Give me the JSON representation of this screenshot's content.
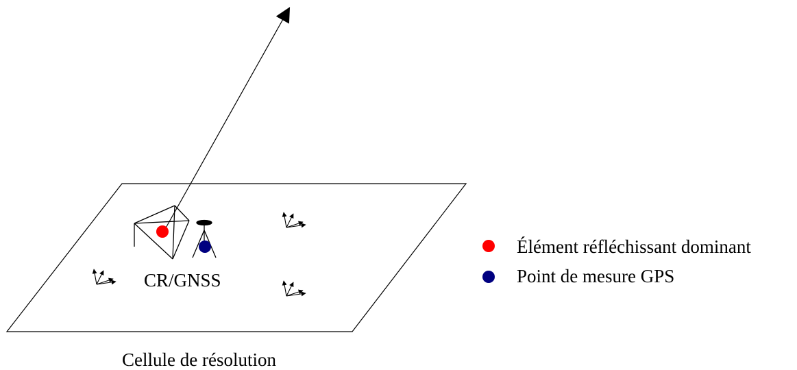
{
  "labels": {
    "cr_gnss": "CR/GNSS",
    "cell_caption": "Cellule de résolution"
  },
  "legend": [
    {
      "label": "Élément réfléchissant dominant",
      "color": "#ff0000"
    },
    {
      "label": "Point de mesure GPS",
      "color": "#000080"
    }
  ],
  "icons": {
    "corner_reflector": "corner-reflector-icon",
    "gnss_antenna": "gnss-antenna-icon",
    "scatterer": "scatterer-arrows-icon",
    "signal": "signal-arrow-icon"
  },
  "colors": {
    "stroke": "#000000",
    "dominant_point": "#ff0000",
    "gps_point": "#000080"
  }
}
